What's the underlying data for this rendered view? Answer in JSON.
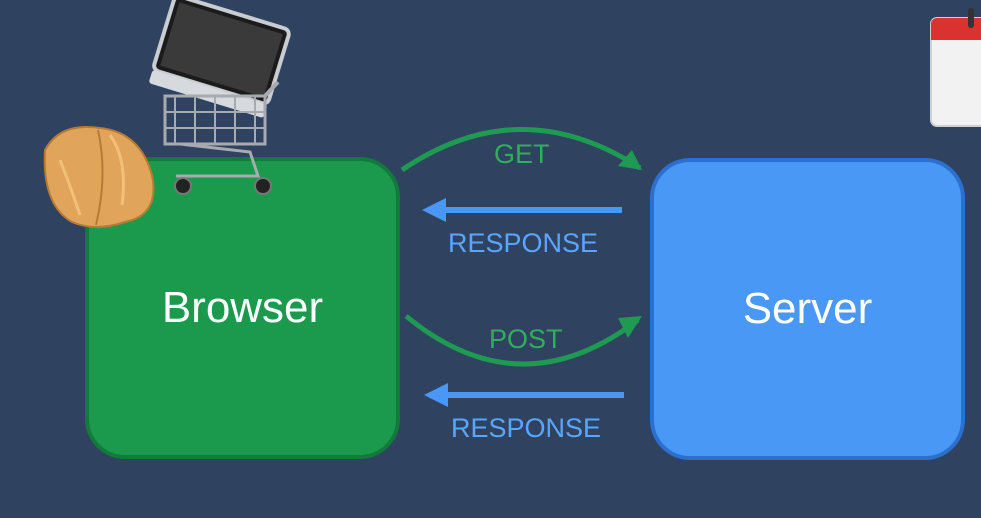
{
  "nodes": {
    "browser": "Browser",
    "server": "Server"
  },
  "arrows": {
    "get": "GET",
    "response_1": "RESPONSE",
    "post": "POST",
    "response_2": "RESPONSE"
  },
  "icons": [
    "fortune-cookie-icon",
    "computer-in-shopping-cart-icon",
    "calendar-icon"
  ],
  "colors": {
    "background": "#2f4260",
    "browser": "#1b9a4e",
    "server": "#4a98f5",
    "request_arrow": "#1f9a52",
    "response_arrow": "#4a98f5"
  }
}
